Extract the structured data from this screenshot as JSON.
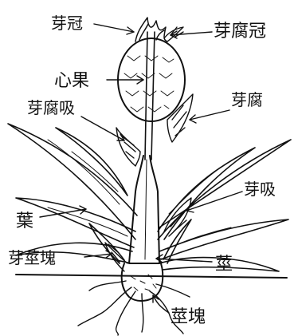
{
  "labels": {
    "crown": "芽冠",
    "crown_slip": "芽腐冠",
    "fruit": "心果",
    "fruit_slip_left": "芽腐吸",
    "fruit_slip_right": "芽腐",
    "sucker": "芽吸",
    "leaf": "葉",
    "stem_tuber_bud": "芽莖塊",
    "stem": "莖",
    "stem_tuber": "莖塊"
  }
}
